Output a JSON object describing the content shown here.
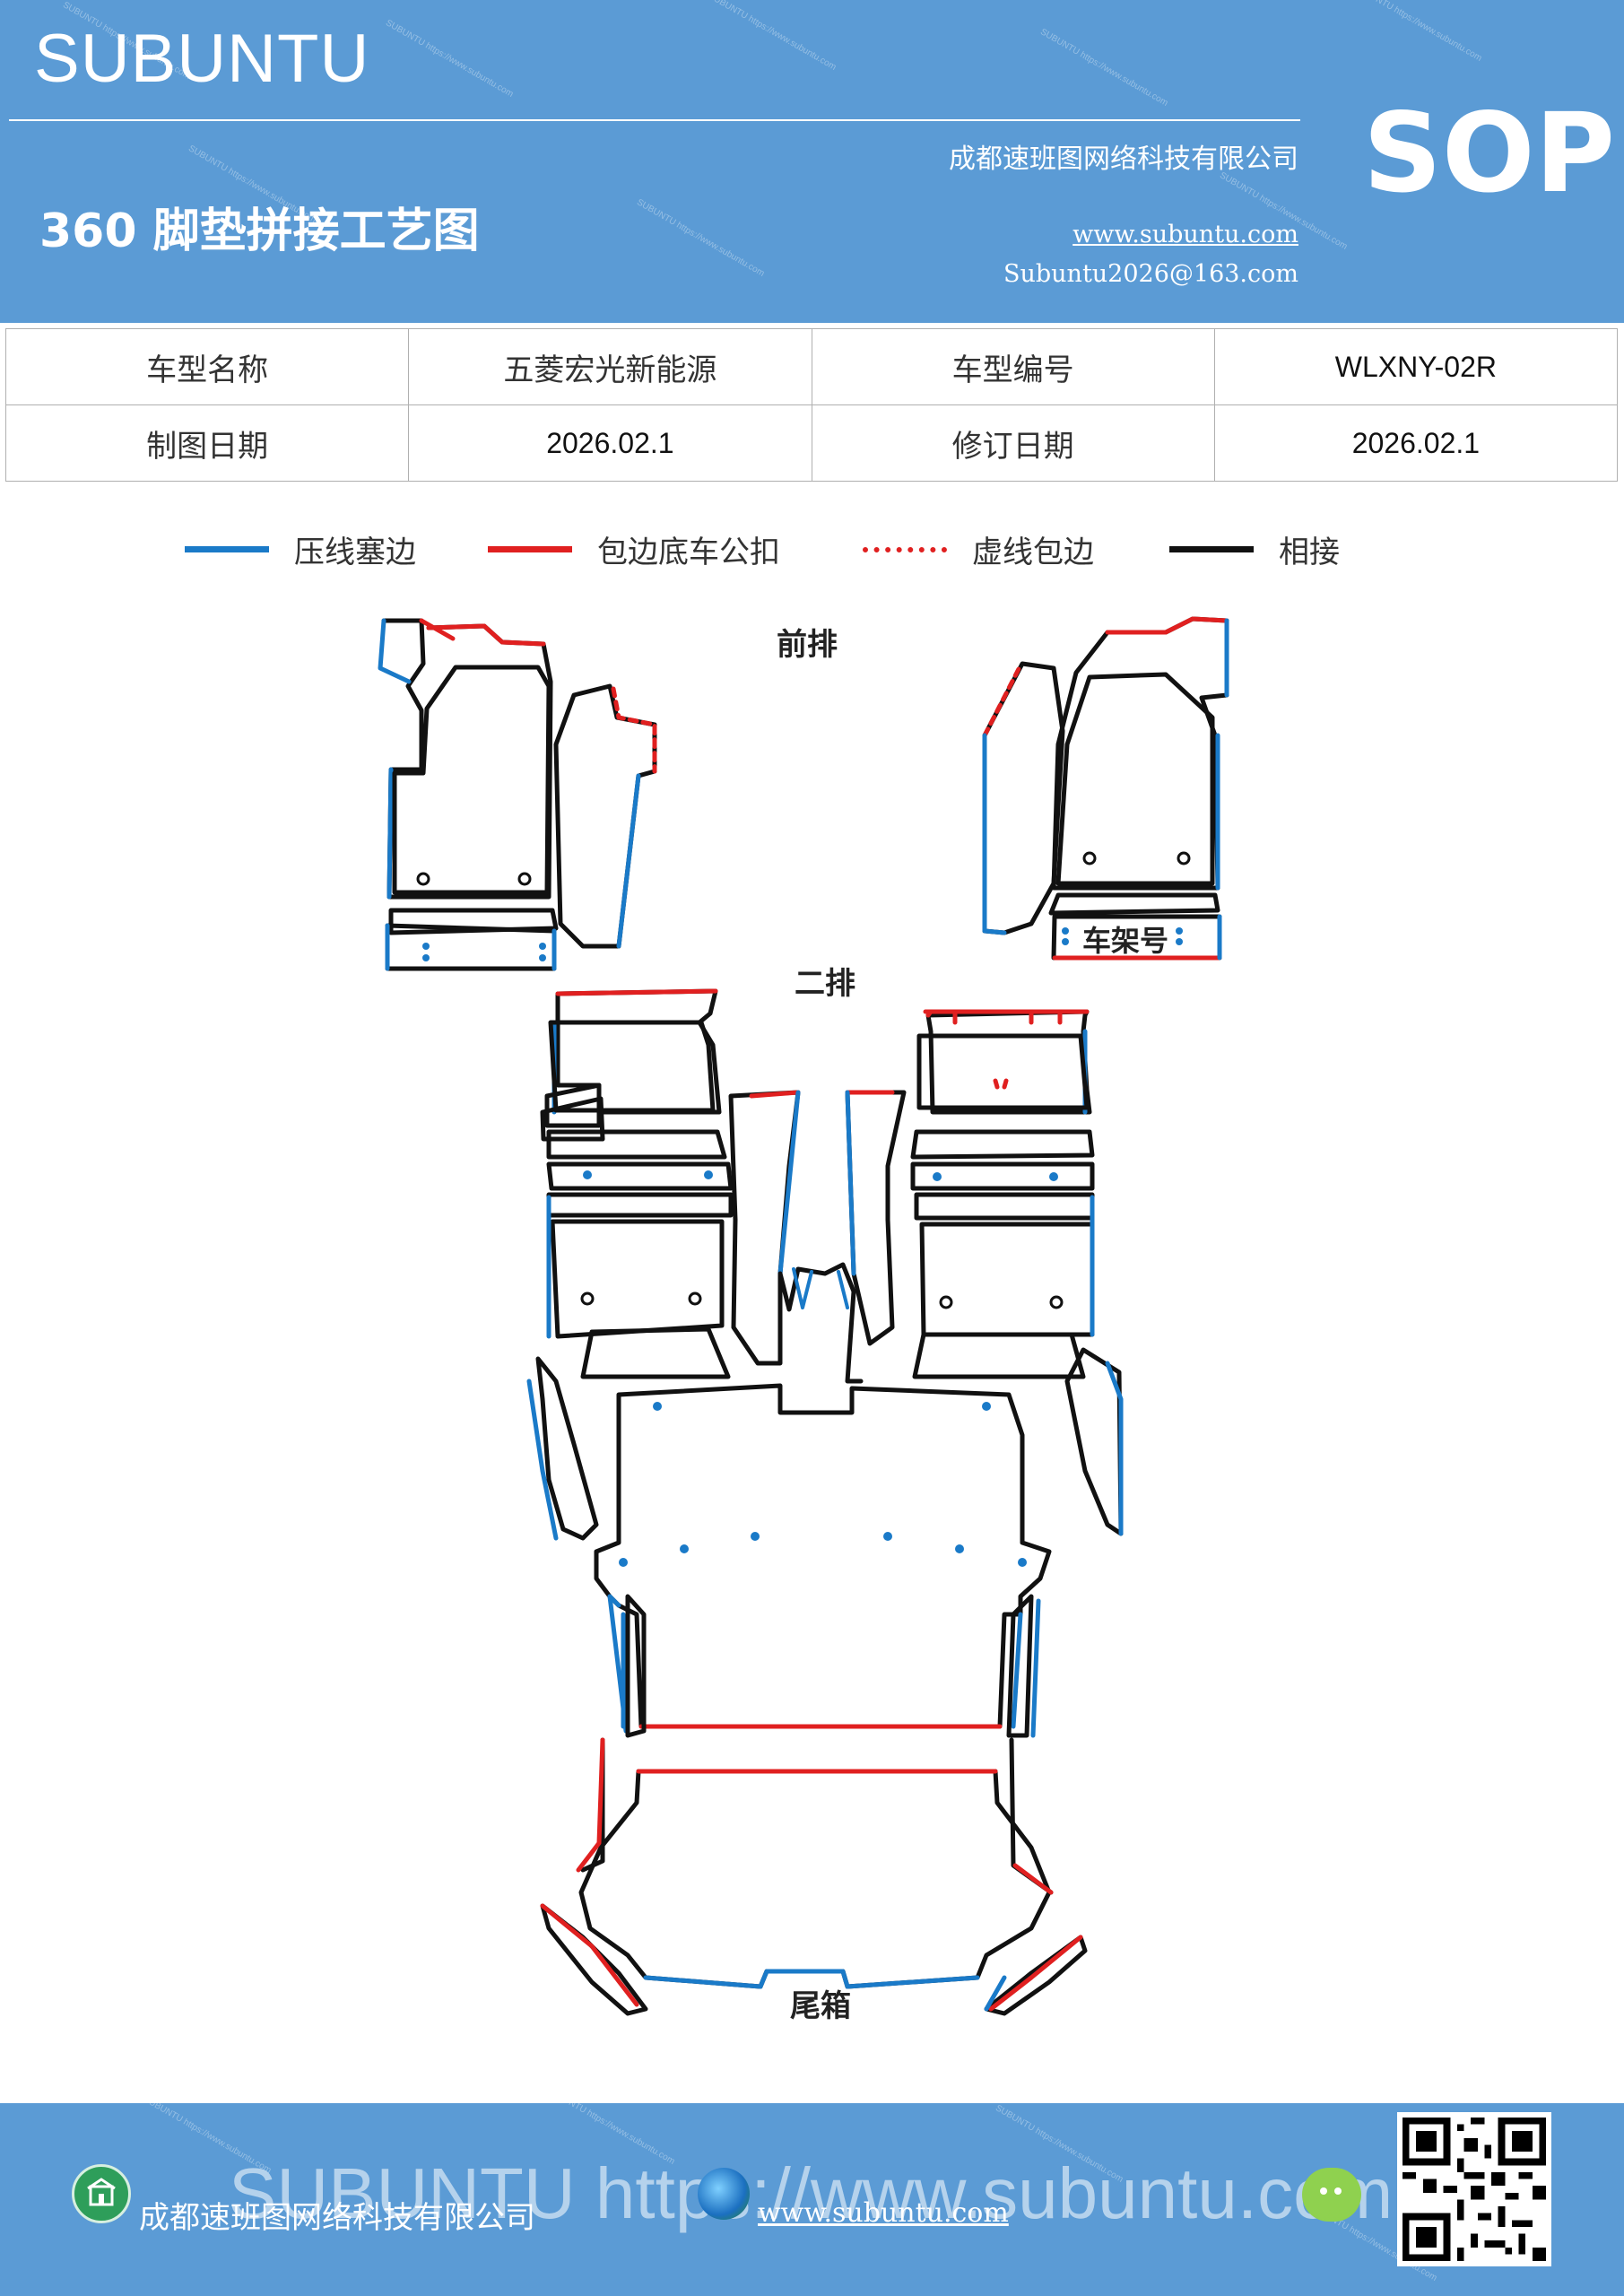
{
  "header": {
    "brand": "SUBUNTU",
    "badge": "SOP",
    "title": "360 脚垫拼接工艺图",
    "company": "成都速班图网络科技有限公司",
    "website": "www.subuntu.com",
    "email": "Subuntu2026@163.com"
  },
  "info": {
    "model_name_label": "车型名称",
    "model_name": "五菱宏光新能源",
    "model_code_label": "车型编号",
    "model_code": "WLXNY-02R",
    "draw_date_label": "制图日期",
    "draw_date": "2026.02.1",
    "revise_date_label": "修订日期",
    "revise_date": "2026.02.1"
  },
  "legend": [
    {
      "label": "压线塞边",
      "color": "#1a7ac8",
      "style": "solid"
    },
    {
      "label": "包边底车公扣",
      "color": "#e02020",
      "style": "solid"
    },
    {
      "label": "虚线包边",
      "color": "#e02020",
      "style": "dashed"
    },
    {
      "label": "相接",
      "color": "#111111",
      "style": "solid"
    }
  ],
  "diagram": {
    "front_row": "前排",
    "second_row": "二排",
    "trunk": "尾箱",
    "vin": "车架号"
  },
  "colors": {
    "header_bg": "#5b9bd5",
    "blue": "#1a7ac8",
    "red": "#e02020",
    "black": "#111111"
  },
  "footer": {
    "watermark": "SUBUNTU https://www.subuntu.com",
    "company": "成都速班图网络科技有限公司",
    "website": "www.subuntu.com"
  }
}
